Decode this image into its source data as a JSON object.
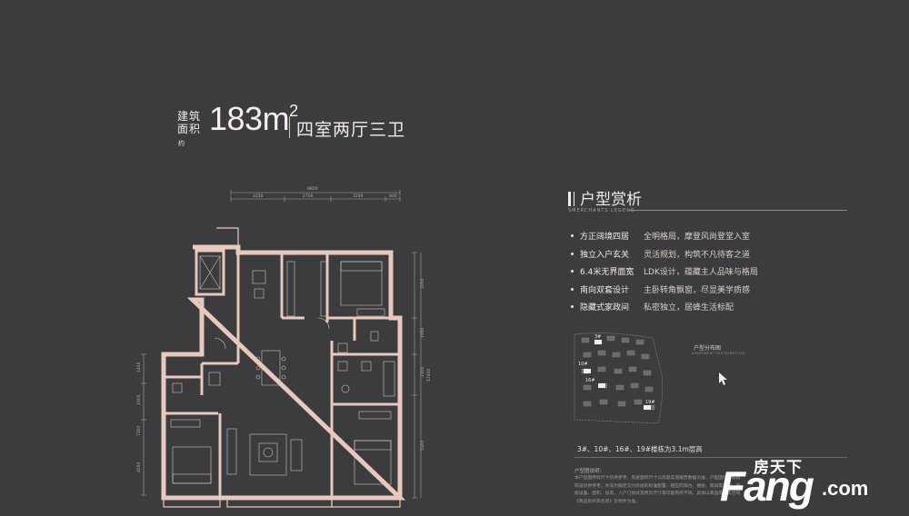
{
  "header": {
    "area_label": "建筑面积",
    "area_suffix": "约",
    "area_value": "183m",
    "area_sup": "2",
    "layout": "四室两厅三卫"
  },
  "plan": {
    "dim_total": "9850",
    "dims_top": [
      "3150",
      "2700",
      "3200",
      "800"
    ],
    "dims_right": [
      "3350",
      "1950",
      "2100",
      "5100"
    ],
    "dim_right_total": "12400",
    "dims_left": [
      "1400",
      "1900",
      "7300",
      "4050"
    ]
  },
  "panel": {
    "title": "户型赏析",
    "subtitle": "SMERCHANTS LEGEND",
    "features": [
      {
        "title": "方正阔境四居",
        "desc": "全明格局，摩登风尚登堂入室"
      },
      {
        "title": "独立入户玄关",
        "desc": "灵活规划，构筑不凡待客之道"
      },
      {
        "title": "6.4米无界面宽",
        "desc": "LDK设计，蕴藏主人品味与格局"
      },
      {
        "title": "南向双套设计",
        "desc": "主卧转角飘窗，尽显美学质感"
      },
      {
        "title": "隐藏式家政间",
        "desc": "私密独立，居蜂生活标配"
      }
    ],
    "site": {
      "legend_label": "户型分布图",
      "legend_sub": "APARTMENT DISTRIBUTION",
      "labels": [
        "3#",
        "10#",
        "16#",
        "19#"
      ]
    },
    "height_note": "3#、10#、16#、19#楼栋为3.1m层高",
    "note_title": "户型图说明：",
    "note_body": "本户型图所标尺寸仅供参考，房屋面积尺寸以房屋实测报告数据为准，户型图所示家具陈设仅供参考，并非为确定交付房屋的标准配置，相应的阳台、楼层、家具等不同，房屋设备、面积、层高、入户门样式及所示尺寸等可能有所不同，具体以商品房买卖合同《商品房买卖合同》及附件为准。"
  },
  "logo": {
    "brand_cn": "房天下",
    "brand_main": "Fang",
    "brand_tld": ".com"
  },
  "colors": {
    "background": "#3c3b3e",
    "wall": "#e8c9bf",
    "text": "#e8e0d8"
  }
}
